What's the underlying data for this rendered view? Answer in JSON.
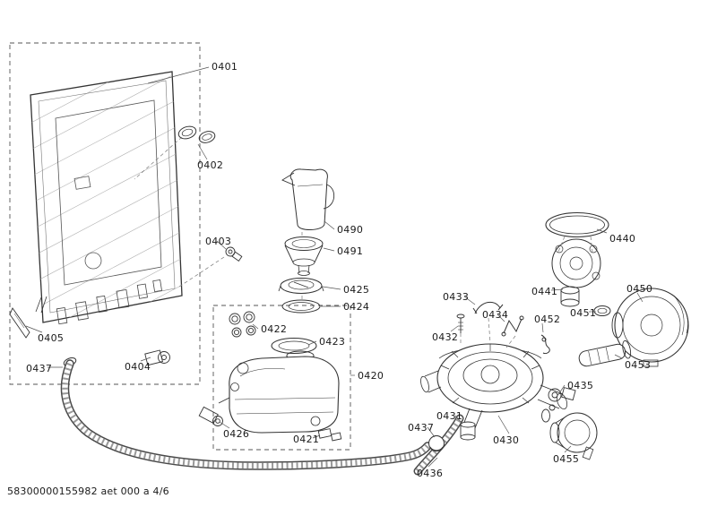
{
  "page": {
    "background": "#ffffff",
    "footer": {
      "text": "58300000155982 aet 000 a 4/6"
    }
  },
  "diagram": {
    "type": "exploded-parts-diagram",
    "line_color": "#333333",
    "hatch_color": "#b0b0b0",
    "labels": [
      {
        "id": "0401",
        "text": "0401"
      },
      {
        "id": "0402",
        "text": "0402"
      },
      {
        "id": "0403",
        "text": "0403"
      },
      {
        "id": "0405",
        "text": "0405"
      },
      {
        "id": "0437-hose",
        "text": "0437"
      },
      {
        "id": "0404",
        "text": "0404"
      },
      {
        "id": "0490",
        "text": "0490"
      },
      {
        "id": "0491",
        "text": "0491"
      },
      {
        "id": "0425",
        "text": "0425"
      },
      {
        "id": "0424",
        "text": "0424"
      },
      {
        "id": "0422",
        "text": "0422"
      },
      {
        "id": "0423",
        "text": "0423"
      },
      {
        "id": "0420",
        "text": "0420"
      },
      {
        "id": "0426",
        "text": "0426"
      },
      {
        "id": "0421",
        "text": "0421"
      },
      {
        "id": "0433",
        "text": "0433"
      },
      {
        "id": "0434",
        "text": "0434"
      },
      {
        "id": "0432",
        "text": "0432"
      },
      {
        "id": "0431",
        "text": "0431"
      },
      {
        "id": "0437-connector",
        "text": "0437"
      },
      {
        "id": "0430",
        "text": "0430"
      },
      {
        "id": "0436",
        "text": "0436"
      },
      {
        "id": "0440",
        "text": "0440"
      },
      {
        "id": "0441",
        "text": "0441"
      },
      {
        "id": "0450",
        "text": "0450"
      },
      {
        "id": "0451",
        "text": "0451"
      },
      {
        "id": "0452",
        "text": "0452"
      },
      {
        "id": "0453",
        "text": "0453"
      },
      {
        "id": "0435",
        "text": "0435"
      },
      {
        "id": "0455",
        "text": "0455"
      }
    ]
  }
}
